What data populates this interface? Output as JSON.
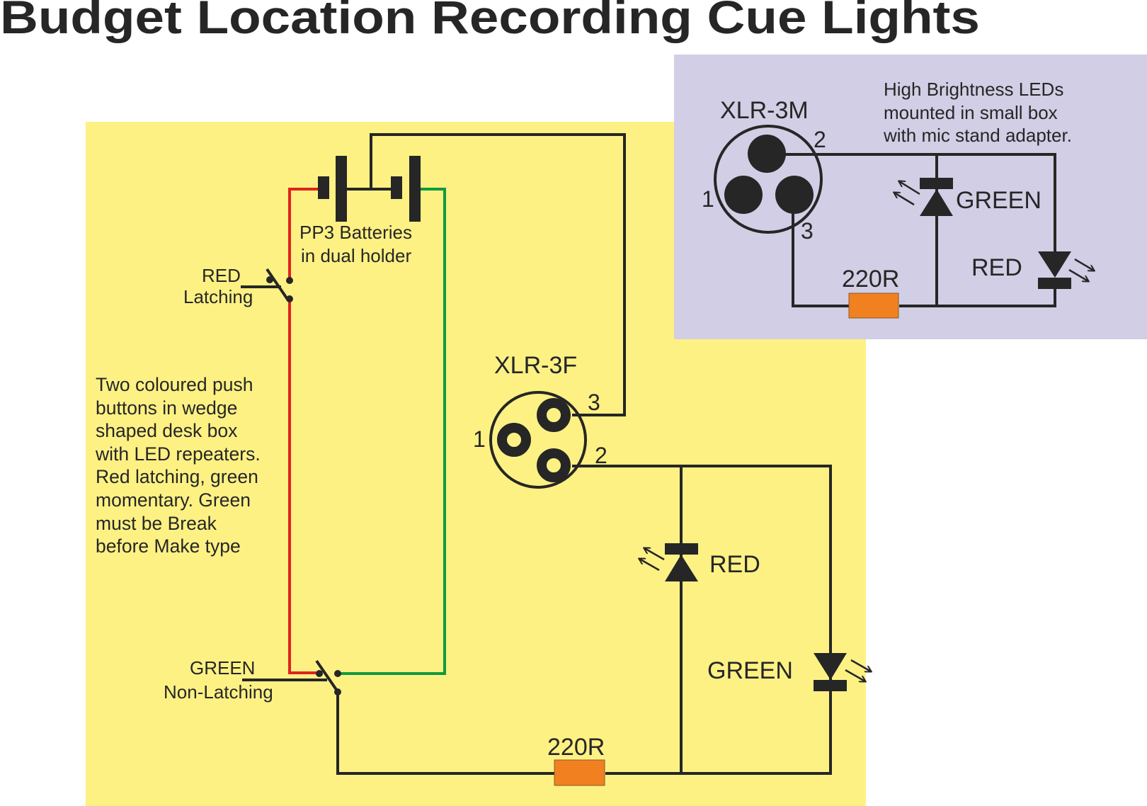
{
  "title": "Budget Location Recording Cue Lights",
  "colors": {
    "desk_box_background": "#fef184",
    "light_box_background": "#d1cee5",
    "wire": "#262626",
    "red_wire": "#e0231f",
    "green_wire": "#0f9b3d",
    "resistor": "#f08020"
  },
  "desk_box": {
    "battery_label_line1": "PP3 Batteries",
    "battery_label_line2": "in dual holder",
    "red_switch_label_line1": "RED",
    "red_switch_label_line2": "Latching",
    "green_switch_label_line1": "GREEN",
    "green_switch_label_line2": "Non-Latching",
    "note": "Two coloured push\nbuttons in wedge\nshaped desk box\nwith LED repeaters.\nRed latching, green\nmomentary. Green\nmust be Break\nbefore Make type",
    "connector_label": "XLR-3F",
    "connector_pins": [
      "1",
      "2",
      "3"
    ],
    "led_red_label": "RED",
    "led_green_label": "GREEN",
    "resistor_label": "220R"
  },
  "light_box": {
    "note": "High Brightness LEDs\nmounted in small box\nwith mic stand adapter.",
    "connector_label": "XLR-3M",
    "connector_pins": [
      "1",
      "2",
      "3"
    ],
    "led_green_label": "GREEN",
    "led_red_label": "RED",
    "resistor_label": "220R"
  }
}
